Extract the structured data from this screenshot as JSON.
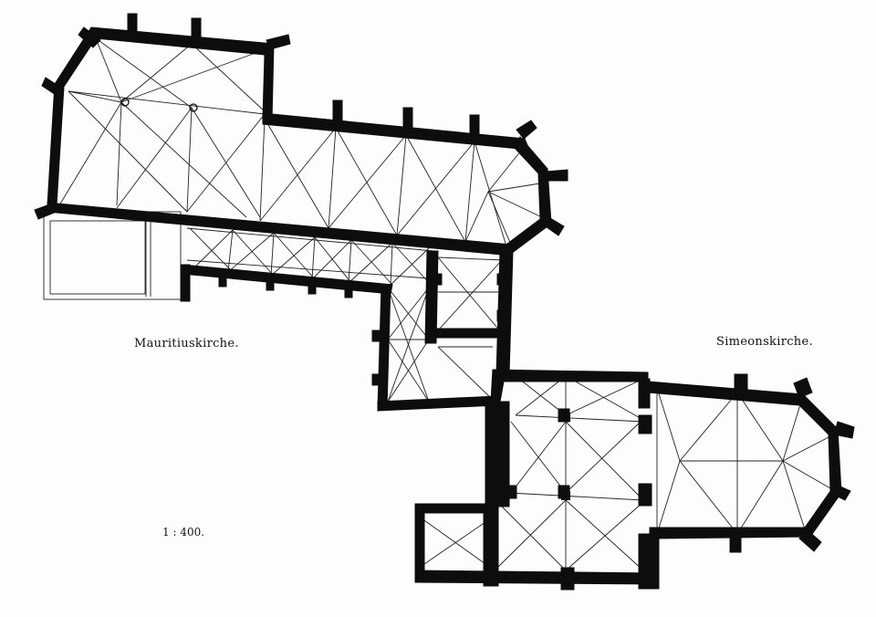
{
  "drawing": {
    "labels": {
      "mauritius": "Mauritiuskirche.",
      "simeon": "Simeonskirche.",
      "scale": "1 : 400."
    },
    "colors": {
      "wall": "#0d0d0d",
      "vault_lines": "#222222",
      "paper": "#fdfdfd"
    }
  }
}
